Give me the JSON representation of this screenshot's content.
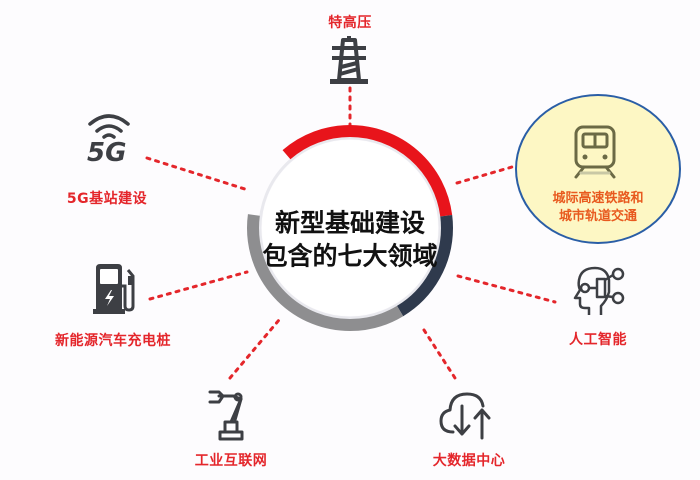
{
  "center": {
    "line1": "新型基础建设",
    "line2": "包含的七大领域"
  },
  "domains": [
    {
      "id": "uhv",
      "label": "特高压",
      "icon": "power-tower-icon"
    },
    {
      "id": "5g",
      "label": "5G基站建设",
      "icon": "5g-signal-icon",
      "icon_text": "5G"
    },
    {
      "id": "rail",
      "label_line1": "城际高速铁路和",
      "label_line2": "城市轨道交通",
      "icon": "train-icon",
      "highlighted": true
    },
    {
      "id": "ev",
      "label": "新能源汽车充电桩",
      "icon": "charging-station-icon"
    },
    {
      "id": "ai",
      "label": "人工智能",
      "icon": "ai-head-icon"
    },
    {
      "id": "iiot",
      "label": "工业互联网",
      "icon": "robot-arm-icon"
    },
    {
      "id": "dc",
      "label": "大数据中心",
      "icon": "cloud-data-icon"
    }
  ],
  "colors": {
    "accent_red": "#e4262b",
    "ring_red": "#e8141b",
    "ring_gray": "#8e8e90",
    "ring_navy": "#2f3a4d",
    "icon_dark": "#3d3f44",
    "highlight_fill": "#fdf7c4",
    "highlight_border": "#2a5ea6",
    "rail_label": "#e85a1f"
  }
}
